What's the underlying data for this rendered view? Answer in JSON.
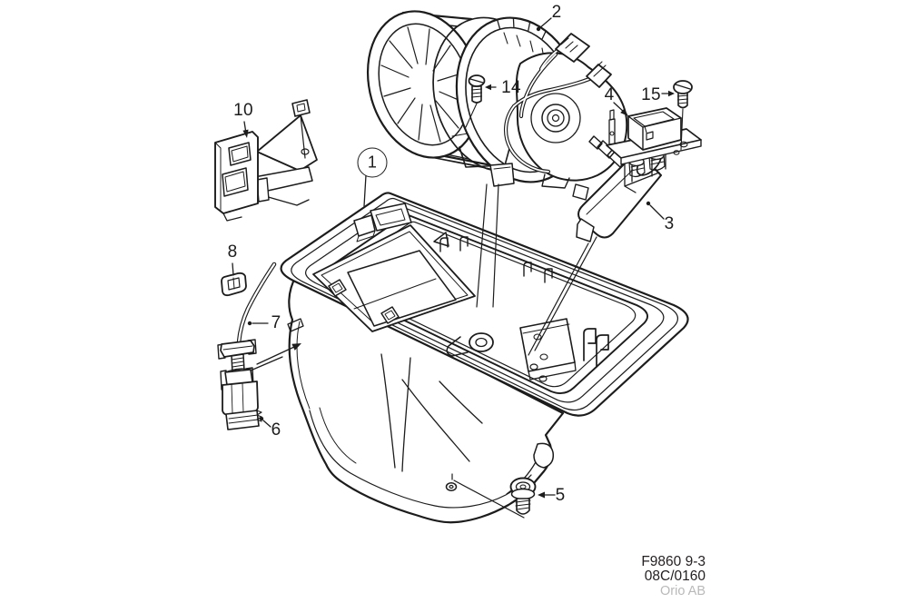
{
  "diagram": {
    "description": "Exploded parts illustration of heater blower housing assembly",
    "callouts": {
      "c1": "1",
      "c2": "2",
      "c3": "3",
      "c4": "4",
      "c5": "5",
      "c6": "6",
      "c7": "7",
      "c8": "8",
      "c10": "10",
      "c14": "14",
      "c15": "15"
    },
    "footer": {
      "figure_code": "F9860 9-3",
      "page_code": "08C/0160",
      "brand": "Orio AB"
    },
    "colors": {
      "line": "#1c1c1c",
      "background": "#ffffff",
      "muted": "#b9b9b9"
    }
  }
}
